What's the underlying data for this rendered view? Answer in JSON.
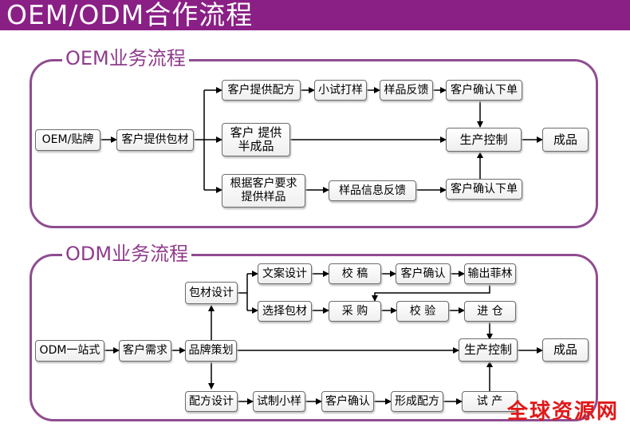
{
  "header": {
    "title": "OEM/ODM合作流程"
  },
  "oem": {
    "section_title": "OEM业务流程",
    "start": "OEM/贴牌",
    "step_package": "客户提供包材",
    "step_formula": "客户提供配方",
    "step_trial": "小试打样",
    "step_sample_feedback": "样品反馈",
    "step_confirm_order_1": "客户确认下单",
    "step_semi": "客户 提供\n半成品",
    "step_production": "生产控制",
    "step_finished": "成品",
    "step_requirement_sample": "根据客户要求\n提供样品",
    "step_sample_info_feedback": "样品信息反馈",
    "step_confirm_order_2": "客户确认下单"
  },
  "odm": {
    "section_title": "ODM业务流程",
    "start": "ODM一站式",
    "step_need": "客户需求",
    "step_brand": "品牌策划",
    "step_package_design": "包材设计",
    "step_copy_design": "文案设计",
    "step_proofread": "校 稿",
    "step_customer_confirm_1": "客户确认",
    "step_film_output": "输出菲林",
    "step_choose_package": "选择包材",
    "step_purchase": "采 购",
    "step_inspect": "校 验",
    "step_warehouse": "进 仓",
    "step_production": "生产控制",
    "step_finished": "成品",
    "step_formula_design": "配方设计",
    "step_trial_sample": "试制小样",
    "step_customer_confirm_2": "客户确认",
    "step_form_formula": "形成配方",
    "step_trial_production": "试 产"
  },
  "watermark": {
    "text": "全球资源网"
  },
  "colors": {
    "brand": "#8a1f86",
    "panel_border": "#8f4d8f",
    "watermark": "#e01818"
  }
}
